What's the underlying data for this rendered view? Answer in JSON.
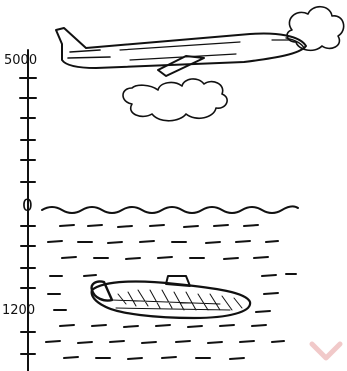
{
  "scale": {
    "labels": {
      "top": "5000",
      "sea_level": "0",
      "depth": "1200"
    }
  },
  "objects": {
    "aircraft": "airplane",
    "underwater": "submarine"
  },
  "colors": {
    "ink": "#111111",
    "background": "#ffffff",
    "watermark": "#f1c9c9"
  }
}
